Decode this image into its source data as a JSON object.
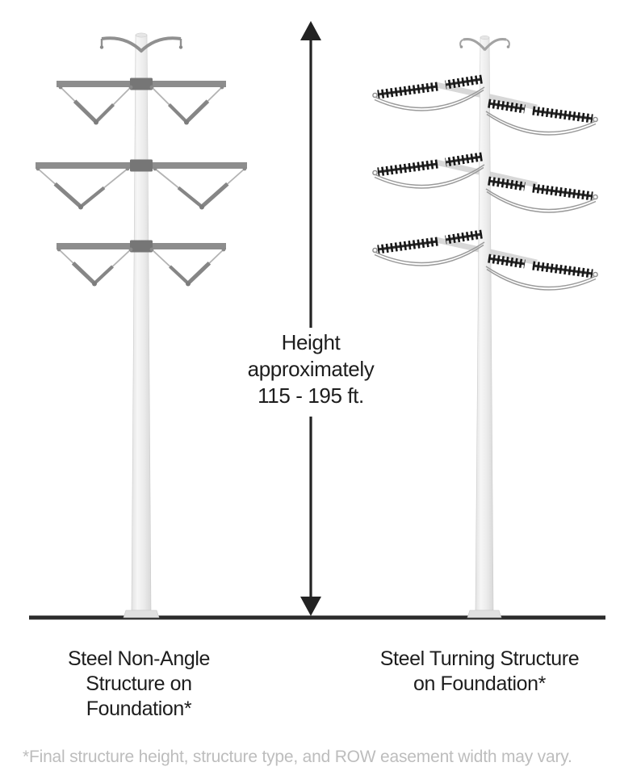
{
  "page": {
    "background": "#ffffff"
  },
  "height_annotation": {
    "line1": "Height",
    "line2": "approximately",
    "line3": "115 - 195 ft."
  },
  "structures": {
    "left": {
      "label_line1": "Steel Non-Angle",
      "label_line2": "Structure on",
      "label_line3": "Foundation*"
    },
    "right": {
      "label_line1": "Steel Turning Structure",
      "label_line2": "on Foundation*"
    }
  },
  "footnote": "*Final structure height, structure type, and ROW easement width may vary.",
  "icons": {
    "height_arrow": "double-headed-vertical-arrow",
    "ground": "ground-baseline"
  },
  "colors": {
    "text": "#1d1d1d",
    "footnote_text": "#bdbdbd",
    "arrow": "#232323",
    "ground_line": "#2b2b2b",
    "pole_light_gray": "#ececec",
    "left_hardware_gray": "#8d8d8d",
    "right_insulator_dark": "#181818",
    "right_arm_light": "#d8d8d8"
  }
}
